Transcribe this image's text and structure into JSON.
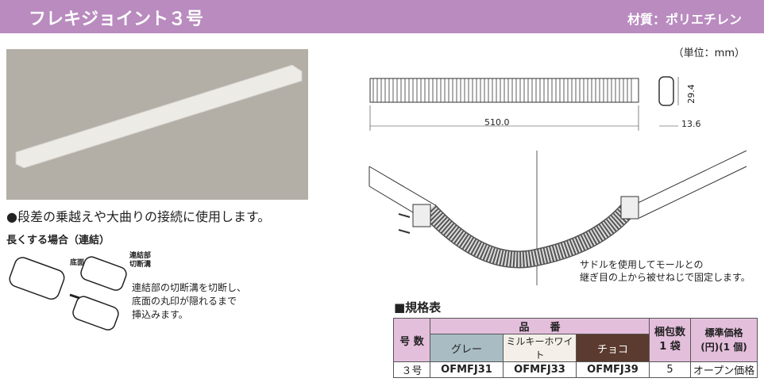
{
  "header": {
    "title": "フレキジョイント３号",
    "material": "材質：ポリエチレン"
  },
  "unit": "（単位：mm）",
  "dims": {
    "length": "510.0",
    "height": "29.4",
    "width": "13.6"
  },
  "description": "●段差の乗越えや大曲りの接続に使用します。",
  "connect": {
    "title": "長くする場合（連結）",
    "label_bottom": "底面",
    "label_joint": "連結部\n切断溝",
    "instructions": [
      "連結部の切断溝を切断し、",
      "底面の丸印が隠れるまで",
      "挿込みます。"
    ]
  },
  "install_note": [
    "サドルを使用してモールとの",
    "継ぎ目の上から被せねじで固定します。"
  ],
  "spec": {
    "title": "■規格表",
    "headers": {
      "number": "号 数",
      "part": "品　　番",
      "pack": "梱包数\n1 袋",
      "price": "標準価格\n(円)(1 個)"
    },
    "colors": [
      {
        "name": "グレー",
        "hex": "#a9bcc4"
      },
      {
        "name": "ミルキーホワイト",
        "hex": "#f4f0e9"
      },
      {
        "name": "チョコ",
        "hex": "#5b3b2f"
      }
    ],
    "row": {
      "number": "３号",
      "codes": [
        "OFMFJ31",
        "OFMFJ33",
        "OFMFJ39"
      ],
      "pack": "5",
      "price": "オープン価格"
    }
  }
}
